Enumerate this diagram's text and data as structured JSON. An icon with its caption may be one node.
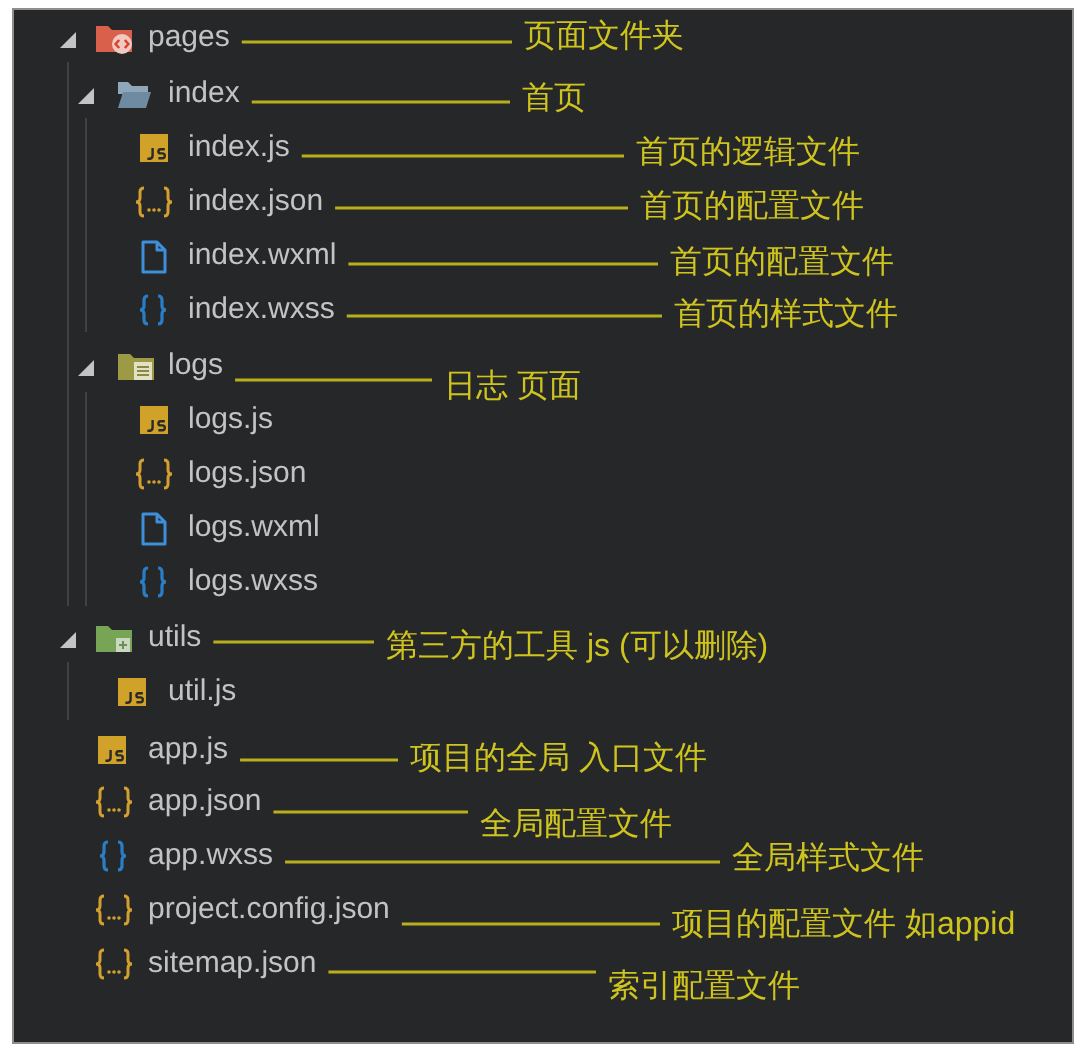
{
  "diagram": {
    "nodes": [
      {
        "text": [
          "pages"
        ]
      },
      {
        "text": [
          "页面文件夹"
        ]
      },
      {
        "text": [
          "index"
        ]
      },
      {
        "text": [
          "首页"
        ]
      },
      {
        "text": [
          "index.js"
        ]
      },
      {
        "text": [
          "首页的逻辑文件"
        ]
      },
      {
        "text": [
          "index.json"
        ]
      },
      {
        "text": [
          "首页的配置文件"
        ]
      },
      {
        "text": [
          "index.wxml"
        ]
      },
      {
        "text": [
          "首页的配置文件"
        ]
      },
      {
        "text": [
          "index.wxss"
        ]
      },
      {
        "text": [
          "首页的样式文件"
        ]
      },
      {
        "text": [
          "logs"
        ]
      },
      {
        "text": [
          "日志 页面"
        ]
      },
      {
        "text": [
          "logs.js"
        ]
      },
      {
        "text": [
          "logs.json"
        ]
      },
      {
        "text": [
          "logs.wxml"
        ]
      },
      {
        "text": [
          "logs.wxss"
        ]
      },
      {
        "text": [
          "utils"
        ]
      },
      {
        "text": [
          "第三方的工具 js (可以删除)"
        ]
      },
      {
        "text": [
          "util.js"
        ]
      },
      {
        "text": [
          "app.js"
        ]
      },
      {
        "text": [
          "项目的全局 入口文件"
        ]
      },
      {
        "text": [
          "app.json"
        ]
      },
      {
        "text": [
          "全局配置文件"
        ]
      },
      {
        "text": [
          "app.wxss"
        ]
      },
      {
        "text": [
          "全局样式文件"
        ]
      },
      {
        "text": [
          "project.config.json"
        ]
      },
      {
        "text": [
          "项目的配置文件 如appid"
        ]
      },
      {
        "text": [
          "sitemap.json"
        ]
      },
      {
        "text": [
          "索引配置文件"
        ]
      }
    ],
    "edges": [
      {
        "from": 0,
        "to": 1,
        "arrow": "none"
      },
      {
        "from": 2,
        "to": 3,
        "arrow": "none"
      },
      {
        "from": 4,
        "to": 5,
        "arrow": "none"
      },
      {
        "from": 6,
        "to": 7,
        "arrow": "none"
      },
      {
        "from": 8,
        "to": 9,
        "arrow": "none"
      },
      {
        "from": 10,
        "to": 11,
        "arrow": "none"
      },
      {
        "from": 12,
        "to": 13,
        "arrow": "none"
      },
      {
        "from": 18,
        "to": 19,
        "arrow": "none"
      },
      {
        "from": 21,
        "to": 22,
        "arrow": "none"
      },
      {
        "from": 23,
        "to": 24,
        "arrow": "none"
      },
      {
        "from": 25,
        "to": 26,
        "arrow": "none"
      },
      {
        "from": 27,
        "to": 28,
        "arrow": "none"
      },
      {
        "from": 29,
        "to": 30,
        "arrow": "none"
      }
    ]
  }
}
